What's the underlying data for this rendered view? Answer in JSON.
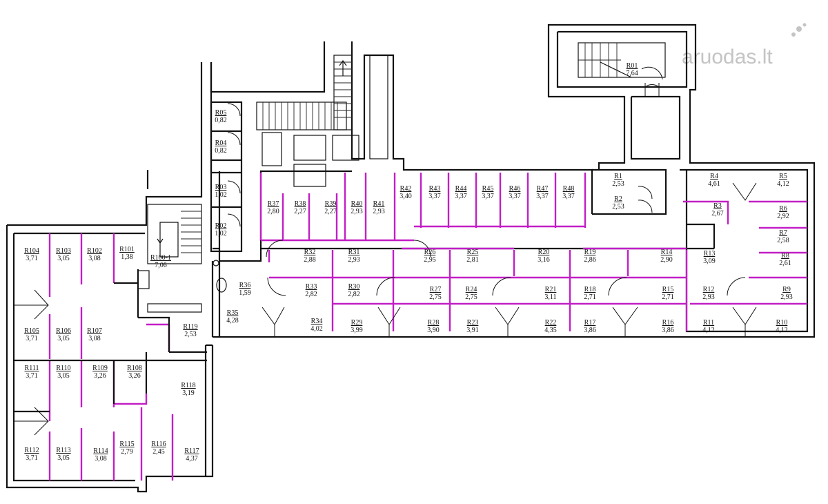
{
  "watermark": "aruodas.lt",
  "colors": {
    "walls": "#111111",
    "partitions": "#c21ec6",
    "watermark": "#c4c4c4"
  },
  "rooms": [
    {
      "id": "R01",
      "area": "7,64"
    },
    {
      "id": "R1",
      "area": "2,53"
    },
    {
      "id": "R2",
      "area": "2,53"
    },
    {
      "id": "R3",
      "area": "2,67"
    },
    {
      "id": "R4",
      "area": "4,61"
    },
    {
      "id": "R5",
      "area": "4,12"
    },
    {
      "id": "R6",
      "area": "2,92"
    },
    {
      "id": "R7",
      "area": "2,58"
    },
    {
      "id": "R8",
      "area": "2,61"
    },
    {
      "id": "R9",
      "area": "2,93"
    },
    {
      "id": "R10",
      "area": "4,12"
    },
    {
      "id": "R11",
      "area": "4,12"
    },
    {
      "id": "R12",
      "area": "2,93"
    },
    {
      "id": "R13",
      "area": "3,09"
    },
    {
      "id": "R14",
      "area": "2,90"
    },
    {
      "id": "R15",
      "area": "2,71"
    },
    {
      "id": "R16",
      "area": "3,86"
    },
    {
      "id": "R17",
      "area": "3,86"
    },
    {
      "id": "R18",
      "area": "2,71"
    },
    {
      "id": "R19",
      "area": "2,86"
    },
    {
      "id": "R20",
      "area": "3,16"
    },
    {
      "id": "R21",
      "area": "3,11"
    },
    {
      "id": "R22",
      "area": "4,35"
    },
    {
      "id": "R23",
      "area": "3,91"
    },
    {
      "id": "R24",
      "area": "2,75"
    },
    {
      "id": "R25",
      "area": "2,81"
    },
    {
      "id": "R26",
      "area": "2,95"
    },
    {
      "id": "R27",
      "area": "2,75"
    },
    {
      "id": "R28",
      "area": "3,90"
    },
    {
      "id": "R29",
      "area": "3,99"
    },
    {
      "id": "R30",
      "area": "2,82"
    },
    {
      "id": "R31",
      "area": "2,93"
    },
    {
      "id": "R32",
      "area": "2,88"
    },
    {
      "id": "R33",
      "area": "2,82"
    },
    {
      "id": "R34",
      "area": "4,02"
    },
    {
      "id": "R35",
      "area": "4,28"
    },
    {
      "id": "R36",
      "area": "1,59"
    },
    {
      "id": "R37",
      "area": "2,80"
    },
    {
      "id": "R38",
      "area": "2,27"
    },
    {
      "id": "R39",
      "area": "2,27"
    },
    {
      "id": "R40",
      "area": "2,93"
    },
    {
      "id": "R41",
      "area": "2,93"
    },
    {
      "id": "R42",
      "area": "3,40"
    },
    {
      "id": "R43",
      "area": "3,37"
    },
    {
      "id": "R44",
      "area": "3,37"
    },
    {
      "id": "R45",
      "area": "3,37"
    },
    {
      "id": "R46",
      "area": "3,37"
    },
    {
      "id": "R47",
      "area": "3,37"
    },
    {
      "id": "R48",
      "area": "3,37"
    },
    {
      "id": "R05",
      "area": "0,82"
    },
    {
      "id": "R04",
      "area": "0,82"
    },
    {
      "id": "R03",
      "area": "1,02"
    },
    {
      "id": "R02",
      "area": "1,02"
    },
    {
      "id": "R100-1",
      "area": "7,06"
    },
    {
      "id": "R101",
      "area": "1,38"
    },
    {
      "id": "R102",
      "area": "3,08"
    },
    {
      "id": "R103",
      "area": "3,05"
    },
    {
      "id": "R104",
      "area": "3,71"
    },
    {
      "id": "R105",
      "area": "3,71"
    },
    {
      "id": "R106",
      "area": "3,05"
    },
    {
      "id": "R107",
      "area": "3,08"
    },
    {
      "id": "R108",
      "area": "3,26"
    },
    {
      "id": "R109",
      "area": "3,26"
    },
    {
      "id": "R110",
      "area": "3,05"
    },
    {
      "id": "R111",
      "area": "3,71"
    },
    {
      "id": "R112",
      "area": "3,71"
    },
    {
      "id": "R113",
      "area": "3,05"
    },
    {
      "id": "R114",
      "area": "3,08"
    },
    {
      "id": "R115",
      "area": "2,79"
    },
    {
      "id": "R116",
      "area": "2,45"
    },
    {
      "id": "R117",
      "area": "4,37"
    },
    {
      "id": "R118",
      "area": "3,19"
    },
    {
      "id": "R119",
      "area": "2,53"
    }
  ]
}
